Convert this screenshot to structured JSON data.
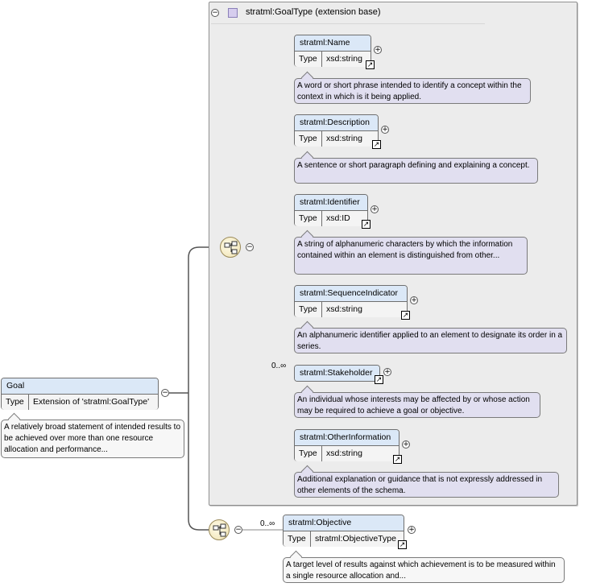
{
  "group": {
    "title": "stratml:GoalType (extension base)",
    "collapse": "⊖"
  },
  "root": {
    "name": "Goal",
    "type_label": "Type",
    "type_value": "Extension of 'stratml:GoalType'",
    "doc": "A relatively broad statement of intended results to be achieved over more than one resource allocation and performance..."
  },
  "elements": [
    {
      "name": "stratml:Name",
      "type_label": "Type",
      "type_value": "xsd:string",
      "doc": "A word or short phrase intended to identify a concept within the context in which is it being applied."
    },
    {
      "name": "stratml:Description",
      "type_label": "Type",
      "type_value": "xsd:string",
      "doc": "A sentence or short paragraph defining and explaining a concept."
    },
    {
      "name": "stratml:Identifier",
      "type_label": "Type",
      "type_value": "xsd:ID",
      "doc": "A string of alphanumeric characters by which the information contained within an element is distinguished from other..."
    },
    {
      "name": "stratml:SequenceIndicator",
      "type_label": "Type",
      "type_value": "xsd:string",
      "doc": "An alphanumeric identifier applied to an element to designate its order in a series."
    },
    {
      "name": "stratml:Stakeholder",
      "cardinality": "0..∞",
      "doc": "An individual whose interests may be affected by or whose action may be required to achieve a goal or objective."
    },
    {
      "name": "stratml:OtherInformation",
      "type_label": "Type",
      "type_value": "xsd:string",
      "doc": "Additional explanation or guidance that is not expressly addressed in other elements of the schema."
    }
  ],
  "objective": {
    "name": "stratml:Objective",
    "cardinality": "0..∞",
    "type_label": "Type",
    "type_value": "stratml:ObjectiveType",
    "doc": "A target level of results against which achievement is to be measured within a single resource allocation and..."
  },
  "glyphs": {
    "plus": "+",
    "minus": "−",
    "ref_arrow": "↗"
  }
}
